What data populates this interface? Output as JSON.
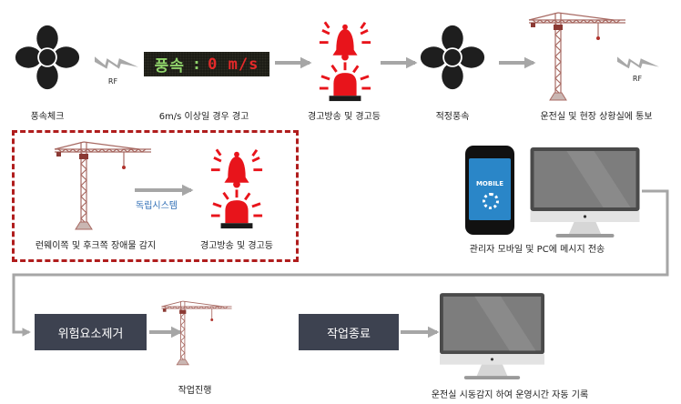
{
  "row1": {
    "fan_label": "풍속체크",
    "rf_label_1": "RF",
    "led_display": {
      "label": "풍속",
      "separator": ":",
      "value": "0 m/s"
    },
    "led_caption": "6m/s 이상일 경우 경고",
    "alarm_label": "경고방송 및 경고등",
    "fan2_label": "적정풍속",
    "rf_label_2": "RF",
    "crane_label": "운전실 및 현장 상황실에 통보"
  },
  "row2": {
    "crane_label": "런웨이쪽 및 후크쪽 장애물 감지",
    "system_label": "독립시스템",
    "alarm_label": "경고방송 및 경고등",
    "mobile_text": "MOBILE",
    "notify_label": "관리자 모바일 및 PC에 메시지 전송"
  },
  "row3": {
    "remove_button": "위험요소제거",
    "work_label": "작업진행",
    "end_button": "작업종료",
    "record_label": "운전실 시동감지 하여 운영시간 자동 기록"
  },
  "colors": {
    "alarm": "#e8141b",
    "box": "#3d4250",
    "dashed": "#b01d1d",
    "arrow": "#a6a6a6",
    "system_text": "#2e6db5"
  }
}
